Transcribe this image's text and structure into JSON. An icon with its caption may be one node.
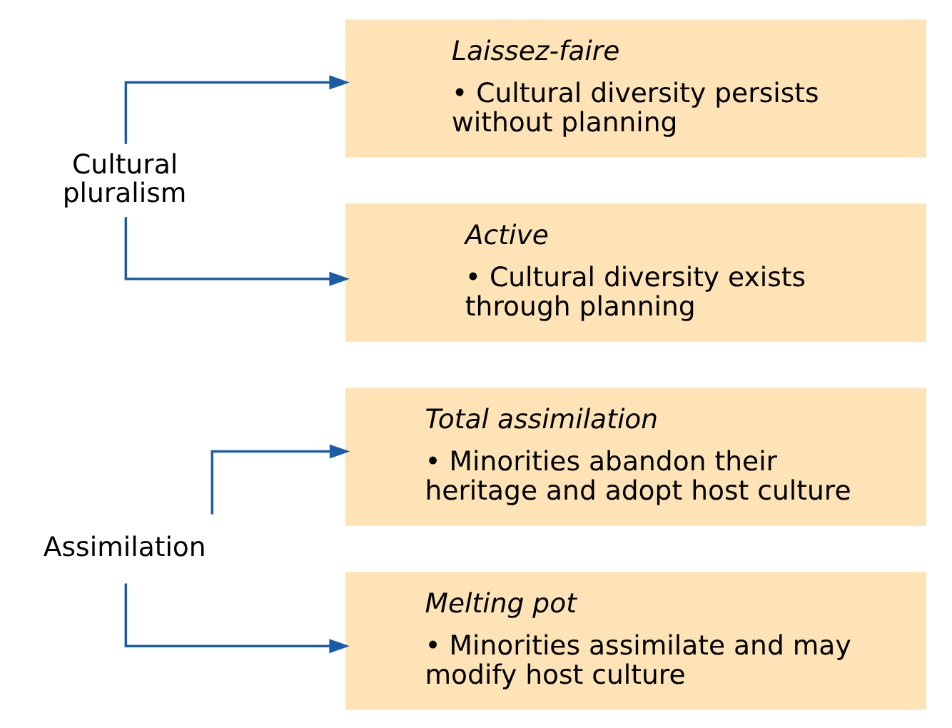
{
  "diagram": {
    "nodes": [
      {
        "text": [
          "Assimilation"
        ]
      },
      {
        "text": [
          "Total assimilation",
          "• Minorities abandon their heritage and adopt host culture"
        ]
      },
      {
        "text": [
          "Melting pot",
          "• Minorities assimilate and may modify host culture"
        ]
      },
      {
        "text": [
          "Cultural pluralism"
        ]
      },
      {
        "text": [
          "Laissez-faire",
          "• Cultural diversity persists without planning"
        ]
      },
      {
        "text": [
          "Active",
          "• Cultural diversity exists through planning"
        ]
      }
    ],
    "edges": [
      {
        "from": 0,
        "to": 1,
        "arrow": "to"
      },
      {
        "from": 0,
        "to": 2,
        "arrow": "to"
      },
      {
        "from": 3,
        "to": 4,
        "arrow": "to"
      },
      {
        "from": 3,
        "to": 5,
        "arrow": "to"
      }
    ]
  }
}
